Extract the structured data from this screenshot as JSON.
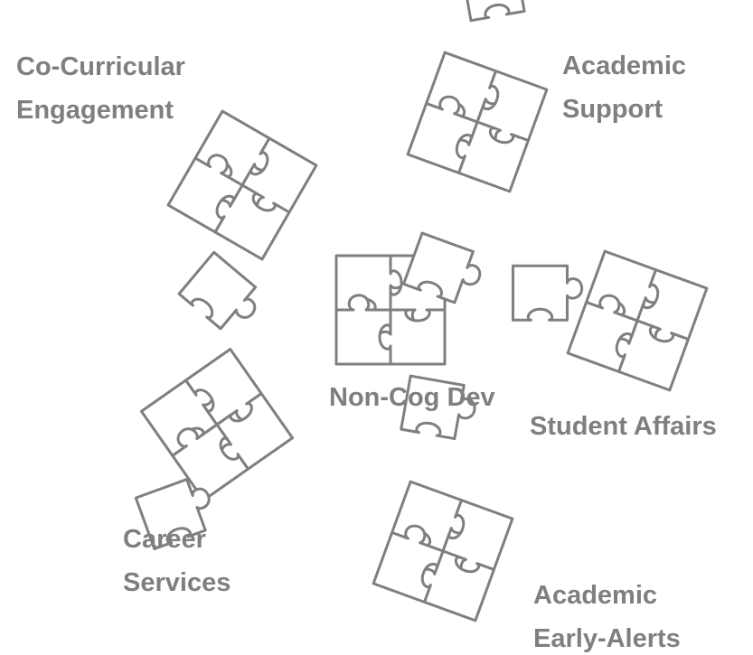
{
  "stroke_color": "#7f7f7f",
  "text_color": "#7f7f7f",
  "background_color": "#ffffff",
  "clusters": [
    {
      "id": "co-curricular-engagement",
      "lines": [
        "Co-Curricular",
        "Engagement"
      ]
    },
    {
      "id": "academic-support",
      "lines": [
        "Academic",
        "Support"
      ]
    },
    {
      "id": "non-cog-dev",
      "lines": [
        "Non-Cog Dev"
      ]
    },
    {
      "id": "student-affairs",
      "lines": [
        "Student Affairs"
      ]
    },
    {
      "id": "career-services",
      "lines": [
        "Career",
        "Services"
      ]
    },
    {
      "id": "academic-early-alerts",
      "lines": [
        "Academic",
        "Early-Alerts"
      ]
    }
  ]
}
